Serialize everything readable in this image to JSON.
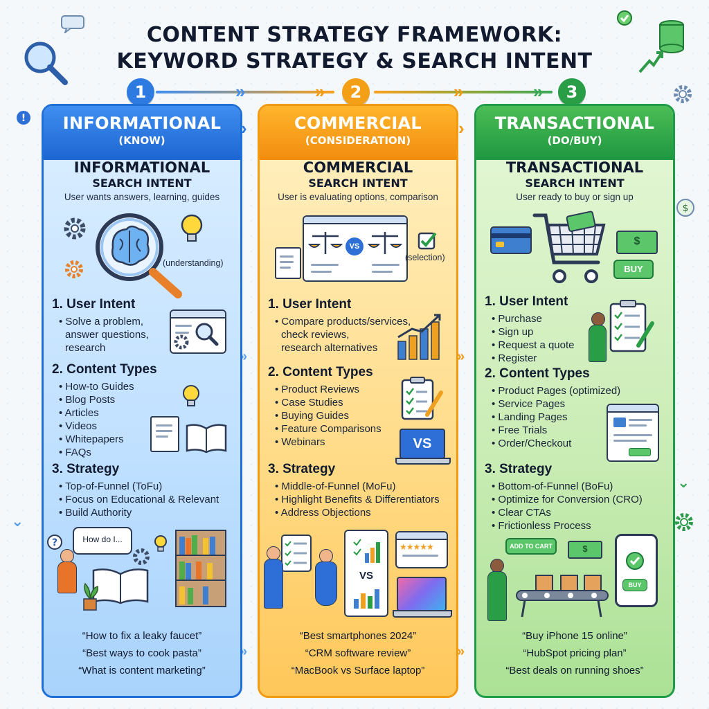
{
  "title": {
    "line1": "CONTENT STRATEGY FRAMEWORK:",
    "line2": "KEYWORD STRATEGY & SEARCH INTENT"
  },
  "steps": [
    "1",
    "2",
    "3"
  ],
  "columns": [
    {
      "heading": "INFORMATIONAL",
      "subheading": "(KNOW)",
      "intent_title": "INFORMATIONAL",
      "intent_subtitle": "SEARCH INTENT",
      "description": "User wants answers, learning, guides",
      "illustration_label": "(understanding)",
      "sections": [
        {
          "title": "1. User Intent",
          "items": [
            "Solve a problem,",
            "answer questions,",
            "research"
          ]
        },
        {
          "title": "2. Content Types",
          "items": [
            "How-to Guides",
            "Blog Posts",
            "Articles",
            "Videos",
            "Whitepapers",
            "FAQs"
          ]
        },
        {
          "title": "3. Strategy",
          "items": [
            "Top-of-Funnel (ToFu)",
            "Focus on Educational & Relevant",
            "Build Authority"
          ]
        }
      ],
      "speech_bubble": "How do I...",
      "examples": [
        "“How to fix a leaky faucet”",
        "“Best ways to cook pasta”",
        "“What is content marketing”"
      ]
    },
    {
      "heading": "COMMERCIAL",
      "subheading": "(CONSIDERATION)",
      "intent_title": "COMMERCIAL",
      "intent_subtitle": "SEARCH INTENT",
      "description": "User is evaluating options, comparison",
      "illustration_label": "(selection)",
      "vs_label": "VS",
      "sections": [
        {
          "title": "1. User Intent",
          "items": [
            "Compare products/services,",
            "check reviews,",
            "research alternatives"
          ]
        },
        {
          "title": "2. Content Types",
          "items": [
            "Product Reviews",
            "Case Studies",
            "Buying Guides",
            "Feature Comparisons",
            "Webinars"
          ]
        },
        {
          "title": "3. Strategy",
          "items": [
            "Middle-of-Funnel (MoFu)",
            "Highlight Benefits & Differentiators",
            "Address Objections"
          ]
        }
      ],
      "examples": [
        "“Best smartphones 2024”",
        "“CRM software review”",
        "“MacBook vs Surface laptop”"
      ]
    },
    {
      "heading": "TRANSACTIONAL",
      "subheading": "(DO/BUY)",
      "intent_title": "TRANSACTIONAL",
      "intent_subtitle": "SEARCH INTENT",
      "description": "User ready to buy or sign up",
      "buy_label": "BUY",
      "add_to_cart_label": "ADD TO CART",
      "sections": [
        {
          "title": "1. User Intent",
          "items": [
            "Purchase",
            "Sign up",
            "Request a quote",
            "Register"
          ]
        },
        {
          "title": "2. Content Types",
          "items": [
            "Product Pages (optimized)",
            "Service Pages",
            "Landing Pages",
            "Free Trials",
            "Order/Checkout"
          ]
        },
        {
          "title": "3. Strategy",
          "items": [
            "Bottom-of-Funnel (BoFu)",
            "Optimize for Conversion (CRO)",
            "Clear CTAs",
            "Frictionless Process"
          ]
        }
      ],
      "examples": [
        "“Buy iPhone 15 online”",
        "“HubSpot pricing plan”",
        "“Best deals on running shoes”"
      ]
    }
  ],
  "colors": {
    "informational": "#1f6fd6",
    "commercial": "#f19a13",
    "transactional": "#1f9c48"
  }
}
